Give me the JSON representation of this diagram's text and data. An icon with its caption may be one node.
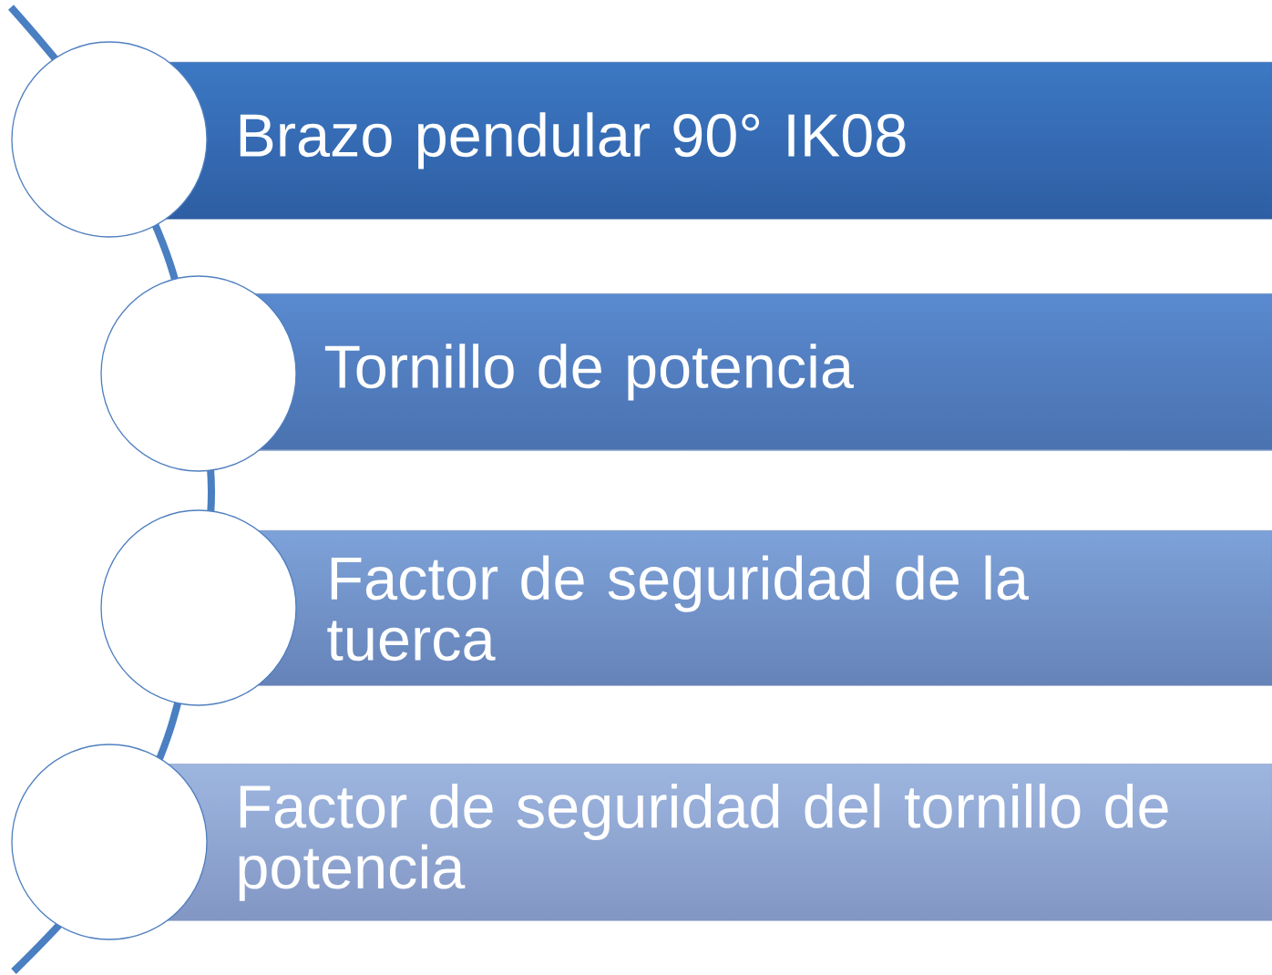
{
  "diagram": {
    "nodes": [
      {
        "text": [
          "Brazo pendular 90° IK08"
        ]
      },
      {
        "text": [
          "Tornillo de potencia"
        ]
      },
      {
        "text": [
          "Factor de seguridad de la tuerca"
        ]
      },
      {
        "text": [
          "Factor de seguridad del tornillo de potencia"
        ]
      },
      {
        "text": [],
        "shape": "circle"
      },
      {
        "text": [],
        "shape": "circle"
      },
      {
        "text": [],
        "shape": "circle"
      },
      {
        "text": [],
        "shape": "circle"
      }
    ]
  }
}
